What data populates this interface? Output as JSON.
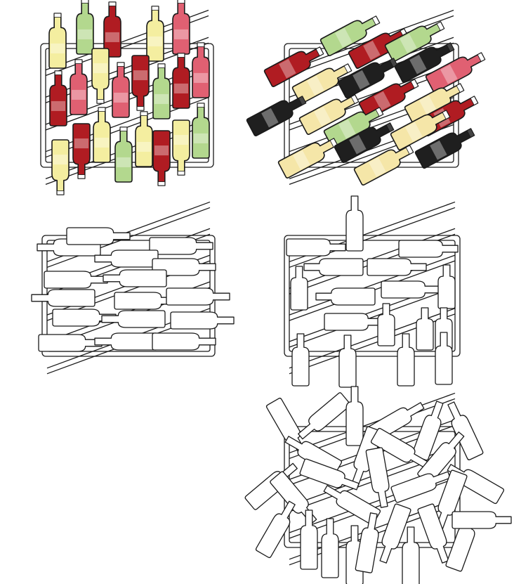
{
  "diagram": {
    "panels": [
      {
        "id": "colored-vertical",
        "style": "colored"
      },
      {
        "id": "colored-diagonal",
        "style": "colored"
      },
      {
        "id": "outline-horizontal",
        "style": "outline"
      },
      {
        "id": "outline-mixed",
        "style": "outline"
      },
      {
        "id": "outline-scattered",
        "style": "outline"
      }
    ],
    "bottle_colors": {
      "red": "#b01c22",
      "rose": "#e06072",
      "white": "#f4eea0",
      "pale": "#f5e6a8",
      "green": "#b3d88e",
      "black": "#1f1f1f",
      "outline": "#ffffff"
    },
    "stroke_color": "#1a1a1a",
    "label_color": "#ffffff"
  }
}
